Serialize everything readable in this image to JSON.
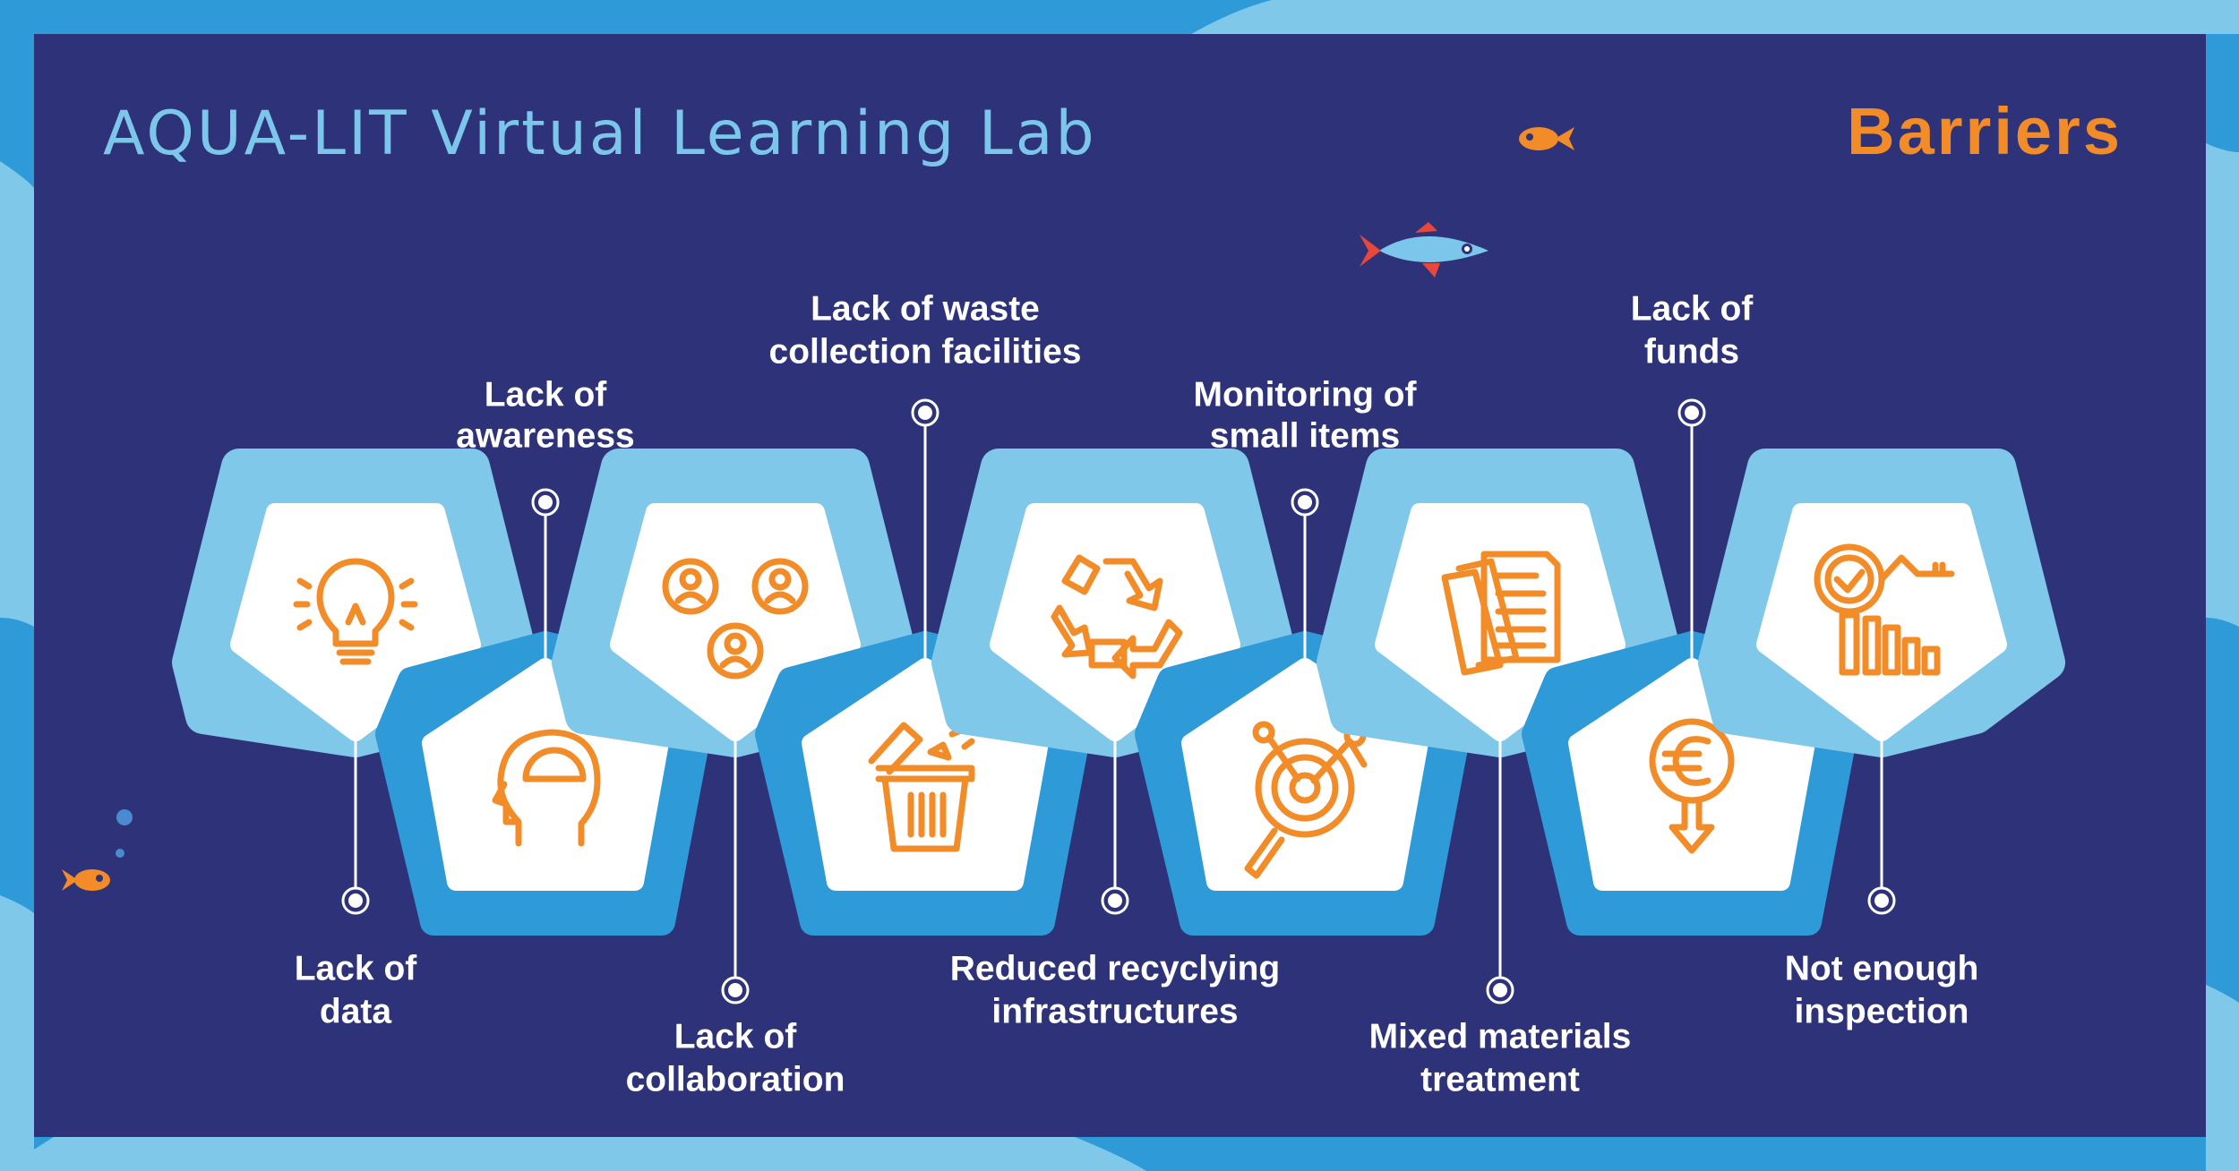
{
  "header": {
    "title": "AQUA-LIT Virtual Learning Lab",
    "section": "Barriers"
  },
  "colors": {
    "panel": "#2e3278",
    "outer": "#2e9ad8",
    "light_blue": "#80c8ea",
    "accent": "#f28c28",
    "text": "#ffffff"
  },
  "barriers": [
    {
      "lines": [
        "Lack of",
        "data"
      ],
      "icon": "lightbulb-icon",
      "side": "top"
    },
    {
      "lines": [
        "Lack of",
        "awareness"
      ],
      "icon": "head-icon",
      "side": "bottom"
    },
    {
      "lines": [
        "Lack of",
        "collaboration"
      ],
      "icon": "users-icon",
      "side": "top"
    },
    {
      "lines": [
        "Lack of waste",
        "collection facilities"
      ],
      "icon": "trash-bin-icon",
      "side": "bottom"
    },
    {
      "lines": [
        "Reduced recyclying",
        "infrastructures"
      ],
      "icon": "recycle-icon",
      "side": "top"
    },
    {
      "lines": [
        "Monitoring of",
        "small items"
      ],
      "icon": "magnifier-target-icon",
      "side": "bottom"
    },
    {
      "lines": [
        "Mixed materials",
        "treatment"
      ],
      "icon": "documents-icon",
      "side": "top"
    },
    {
      "lines": [
        "Lack of",
        "funds"
      ],
      "icon": "euro-down-icon",
      "side": "bottom"
    },
    {
      "lines": [
        "Not enough",
        "inspection"
      ],
      "icon": "magnifier-chart-icon",
      "side": "top"
    }
  ]
}
